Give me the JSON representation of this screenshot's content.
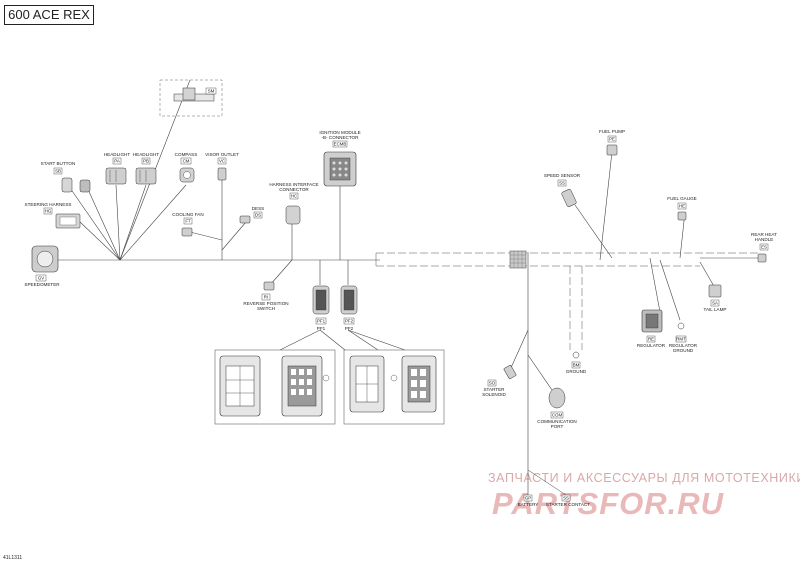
{
  "title": "600 ACE REX",
  "document_number": "41L1311",
  "watermark": {
    "line1": "ЗАПЧАСТИ И АКСЕССУАРЫ ДЛЯ МОТОТЕХНИКИ",
    "line2": "PARTSFOR.RU"
  },
  "components": {
    "top_module": {
      "code": "SM"
    },
    "start_button": {
      "label": "START BUTTON",
      "code": "SB"
    },
    "headlight_1": {
      "label": "HEADLIGHT",
      "code": "PA"
    },
    "headlight_2": {
      "label": "HEADLIGHT",
      "code": "PB"
    },
    "compass": {
      "label": "COMPASS",
      "code": "CM"
    },
    "visor_outlet": {
      "label": "VISOR OUTLET",
      "code": "VC"
    },
    "steering_harness": {
      "label": "STEERING HARNESS",
      "code": "HG"
    },
    "cooling_fan": {
      "label": "COOLING FAN",
      "code": "FT"
    },
    "dess": {
      "label": "DESS",
      "code": "DS"
    },
    "harness_interface": {
      "label": "HARNESS INTERFACE\nCONNECTOR",
      "code": "HC"
    },
    "ignition_module": {
      "label": "IGNITION MODULE\n-B- CONNECTOR",
      "code": "ECMB"
    },
    "speedometer": {
      "label": "SPEEDOMETER",
      "code": "GV"
    },
    "reverse_switch": {
      "label": "REVERSE POSITION\nSWITCH",
      "code": "RI"
    },
    "pf1": {
      "label": "PF1",
      "code": "PF1"
    },
    "pf2": {
      "label": "PF2",
      "code": "PF2"
    },
    "fuel_pump": {
      "label": "FUEL PUMP",
      "code": "PE"
    },
    "speed_sensor": {
      "label": "SPEED SENSOR",
      "code": "SS"
    },
    "fuel_gauge": {
      "label": "FUEL GAUGE",
      "code": "HE"
    },
    "rear_heat_handle": {
      "label": "REAR HEAT\nHANDLE",
      "code": "ES"
    },
    "tail_lamp": {
      "label": "TAIL LAMP",
      "code": "SA"
    },
    "regulator": {
      "label": "REGULATOR",
      "code": "RE"
    },
    "regulator_ground": {
      "label": "REGULATOR\nGROUND",
      "code": "RMT"
    },
    "ground": {
      "label": "GROUND",
      "code": "BM"
    },
    "starter_solenoid": {
      "label": "STARTER\nSOLENOID",
      "code": "SO"
    },
    "communication_port": {
      "label": "COMMUNICATION\nPORT",
      "code": "COM"
    },
    "battery": {
      "label": "BATTERY",
      "code": "GP"
    },
    "starter_contact": {
      "label": "STARTER CONTACT",
      "code": "SS"
    }
  }
}
